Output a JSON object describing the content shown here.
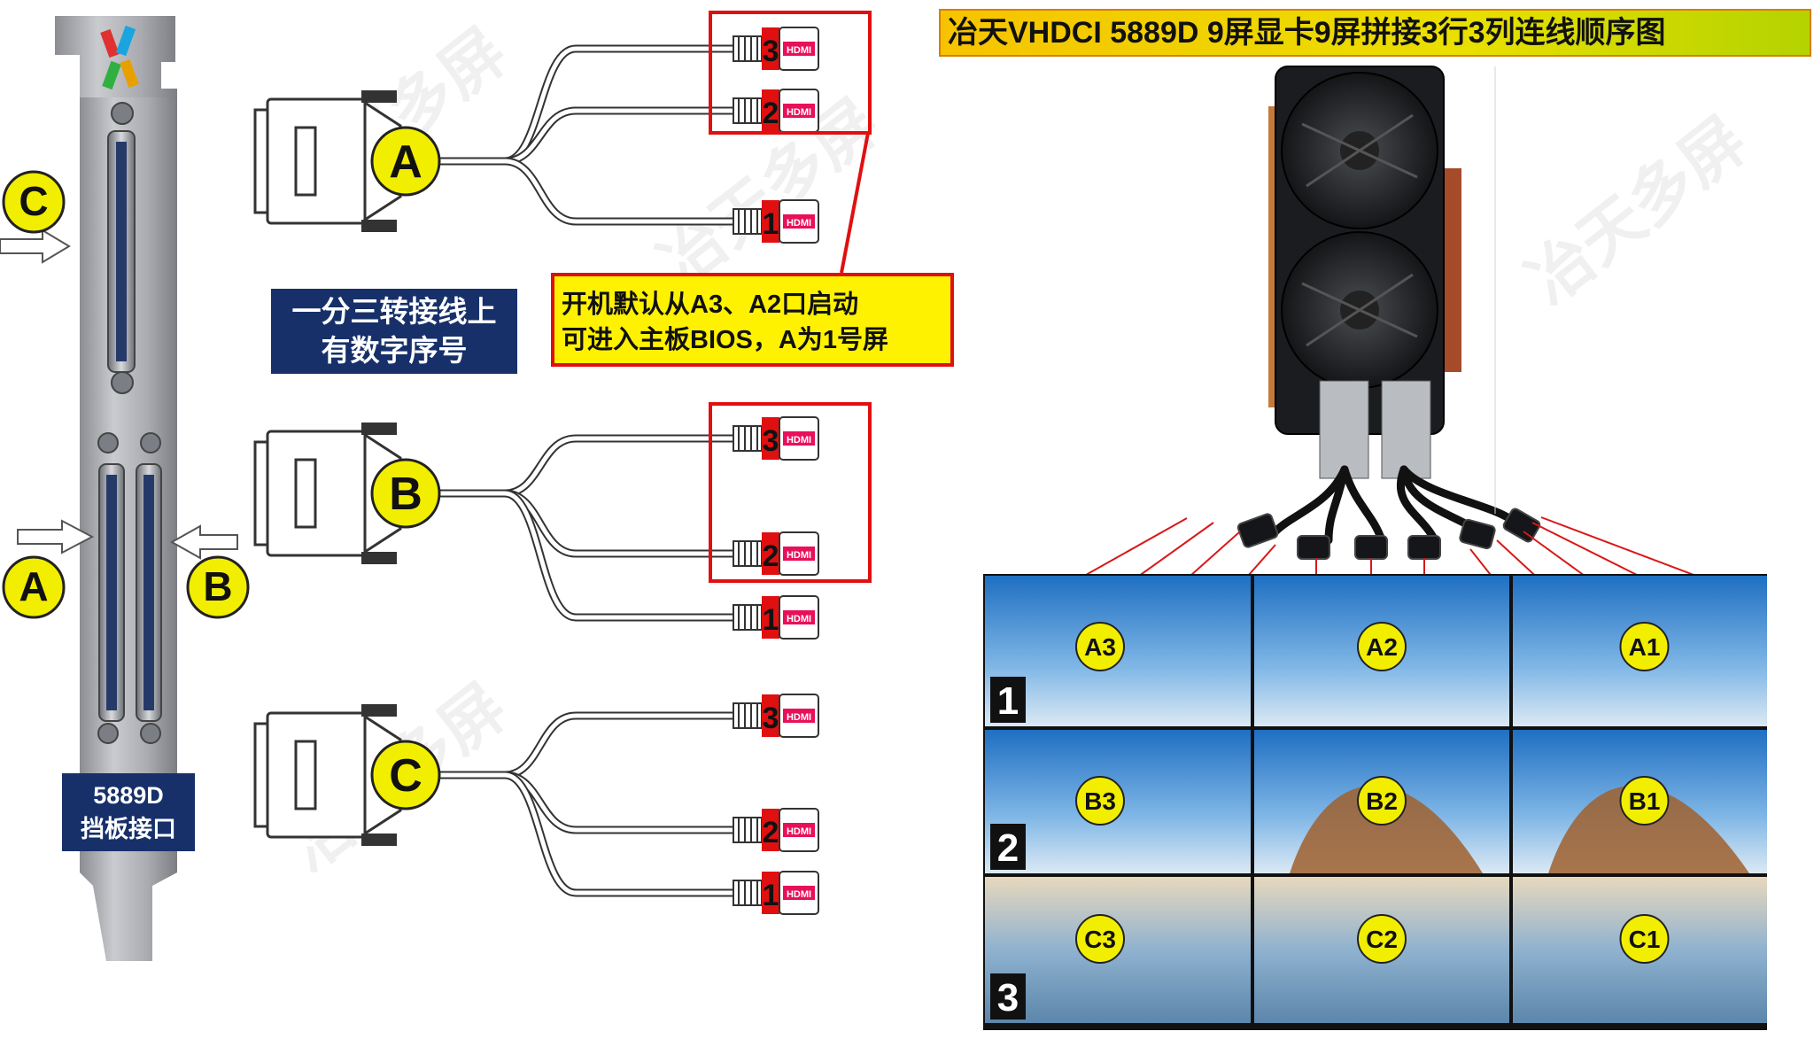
{
  "title": "冶天VHDCI 5889D 9屏显卡9屏拼接3行3列连线顺序图",
  "bracket_label": [
    "5889D",
    "挡板接口"
  ],
  "cable_note": [
    "一分三转接线上",
    "有数字序号"
  ],
  "boot_note": [
    "开机默认从A3、A2口启动",
    "可进入主板BIOS，A为1号屏"
  ],
  "ports": {
    "A": "A",
    "B": "B",
    "C": "C"
  },
  "connectors": [
    {
      "group": "A",
      "numbers": [
        "3",
        "2",
        "1"
      ]
    },
    {
      "group": "B",
      "numbers": [
        "3",
        "2",
        "1"
      ]
    },
    {
      "group": "C",
      "numbers": [
        "3",
        "2",
        "1"
      ]
    }
  ],
  "hdmi_text": "HDMI",
  "rows": [
    "1",
    "2",
    "3"
  ],
  "screens": [
    [
      "A3",
      "A2",
      "A1"
    ],
    [
      "B3",
      "B2",
      "B1"
    ],
    [
      "C3",
      "C2",
      "C1"
    ]
  ],
  "watermark": "冶天多屏",
  "colors": {
    "badge": "#f2ee00",
    "red": "#e01010",
    "navy": "#17306a",
    "hdmi_tag": "#e8105a"
  }
}
